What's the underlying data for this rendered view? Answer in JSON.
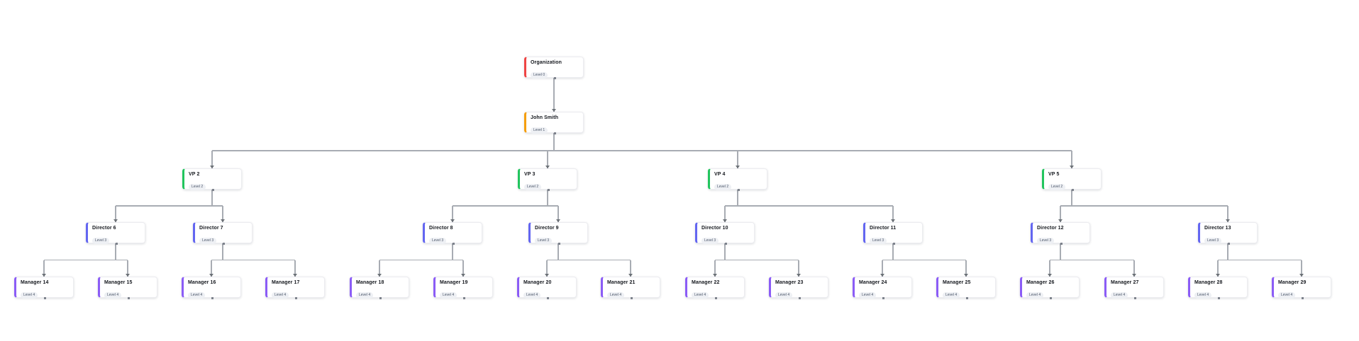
{
  "chart": {
    "type": "org-chart",
    "connector_color": "#a8acb3",
    "node_bg": "#ffffff",
    "level_colors": {
      "0": "#ef4444",
      "1": "#f59e0b",
      "2": "#22c55e",
      "3": "#6366f1",
      "4": "#8b5cf6"
    },
    "nodes": [
      {
        "id": "organization",
        "label": "Organization",
        "badge": "Level 0",
        "level": 0,
        "parent": null
      },
      {
        "id": "john-smith",
        "label": "John Smith",
        "badge": "Level 1",
        "level": 1,
        "parent": "organization"
      },
      {
        "id": "vp-2",
        "label": "VP 2",
        "badge": "Level 2",
        "level": 2,
        "parent": "john-smith"
      },
      {
        "id": "vp-3",
        "label": "VP 3",
        "badge": "Level 2",
        "level": 2,
        "parent": "john-smith"
      },
      {
        "id": "vp-4",
        "label": "VP 4",
        "badge": "Level 2",
        "level": 2,
        "parent": "john-smith"
      },
      {
        "id": "vp-5",
        "label": "VP 5",
        "badge": "Level 2",
        "level": 2,
        "parent": "john-smith"
      },
      {
        "id": "director-6",
        "label": "Director 6",
        "badge": "Level 3",
        "level": 3,
        "parent": "vp-2"
      },
      {
        "id": "director-7",
        "label": "Director 7",
        "badge": "Level 3",
        "level": 3,
        "parent": "vp-2"
      },
      {
        "id": "director-8",
        "label": "Director 8",
        "badge": "Level 3",
        "level": 3,
        "parent": "vp-3"
      },
      {
        "id": "director-9",
        "label": "Director 9",
        "badge": "Level 3",
        "level": 3,
        "parent": "vp-3"
      },
      {
        "id": "director-10",
        "label": "Director 10",
        "badge": "Level 3",
        "level": 3,
        "parent": "vp-4"
      },
      {
        "id": "director-11",
        "label": "Director 11",
        "badge": "Level 3",
        "level": 3,
        "parent": "vp-4"
      },
      {
        "id": "director-12",
        "label": "Director 12",
        "badge": "Level 3",
        "level": 3,
        "parent": "vp-5"
      },
      {
        "id": "director-13",
        "label": "Director 13",
        "badge": "Level 3",
        "level": 3,
        "parent": "vp-5"
      },
      {
        "id": "manager-14",
        "label": "Manager 14",
        "badge": "Level 4",
        "level": 4,
        "parent": "director-6"
      },
      {
        "id": "manager-15",
        "label": "Manager 15",
        "badge": "Level 4",
        "level": 4,
        "parent": "director-6"
      },
      {
        "id": "manager-16",
        "label": "Manager 16",
        "badge": "Level 4",
        "level": 4,
        "parent": "director-7"
      },
      {
        "id": "manager-17",
        "label": "Manager 17",
        "badge": "Level 4",
        "level": 4,
        "parent": "director-7"
      },
      {
        "id": "manager-18",
        "label": "Manager 18",
        "badge": "Level 4",
        "level": 4,
        "parent": "director-8"
      },
      {
        "id": "manager-19",
        "label": "Manager 19",
        "badge": "Level 4",
        "level": 4,
        "parent": "director-8"
      },
      {
        "id": "manager-20",
        "label": "Manager 20",
        "badge": "Level 4",
        "level": 4,
        "parent": "director-9"
      },
      {
        "id": "manager-21",
        "label": "Manager 21",
        "badge": "Level 4",
        "level": 4,
        "parent": "director-9"
      },
      {
        "id": "manager-22",
        "label": "Manager 22",
        "badge": "Level 4",
        "level": 4,
        "parent": "director-10"
      },
      {
        "id": "manager-23",
        "label": "Manager 23",
        "badge": "Level 4",
        "level": 4,
        "parent": "director-10"
      },
      {
        "id": "manager-24",
        "label": "Manager 24",
        "badge": "Level 4",
        "level": 4,
        "parent": "director-11"
      },
      {
        "id": "manager-25",
        "label": "Manager 25",
        "badge": "Level 4",
        "level": 4,
        "parent": "director-11"
      },
      {
        "id": "manager-26",
        "label": "Manager 26",
        "badge": "Level 4",
        "level": 4,
        "parent": "director-12"
      },
      {
        "id": "manager-27",
        "label": "Manager 27",
        "badge": "Level 4",
        "level": 4,
        "parent": "director-12"
      },
      {
        "id": "manager-28",
        "label": "Manager 28",
        "badge": "Level 4",
        "level": 4,
        "parent": "director-13"
      },
      {
        "id": "manager-29",
        "label": "Manager 29",
        "badge": "Level 4",
        "level": 4,
        "parent": "director-13"
      }
    ]
  }
}
